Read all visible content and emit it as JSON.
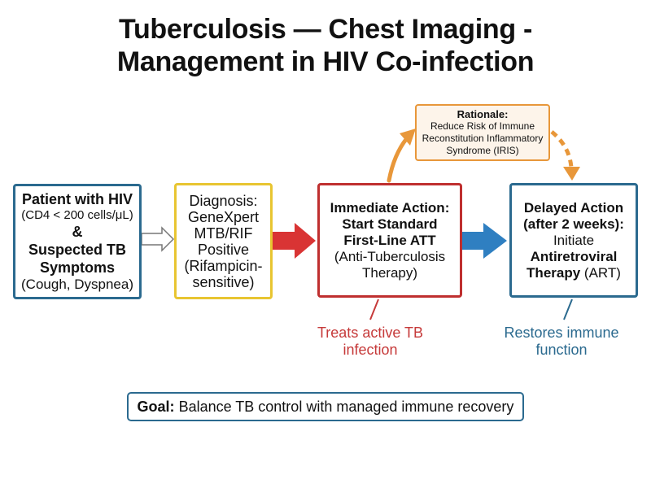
{
  "title": {
    "line1": "Tuberculosis — Chest Imaging -",
    "line2": "Management in HIV Co-infection"
  },
  "patient": {
    "heading": "Patient with HIV",
    "cd4": "(CD4 < 200 cells/μL)",
    "ampersand": "&",
    "suspected": "Suspected TB",
    "symptoms": "Symptoms",
    "symptom_list": "(Cough, Dyspnea)"
  },
  "diagnosis": {
    "line1": "Diagnosis:",
    "line2": "GeneXpert",
    "line3": "MTB/RIF",
    "line4": "Positive",
    "line5": "(Rifampicin-",
    "line6": "sensitive)"
  },
  "immediate": {
    "line1": "Immediate Action:",
    "line2": "Start Standard",
    "line3": "First-Line ATT",
    "line4": "(Anti-Tuberculosis",
    "line5": "Therapy)"
  },
  "delayed": {
    "line1": "Delayed Action",
    "line2": "(after 2 weeks):",
    "line3": "Initiate",
    "line4": "Antiretroviral",
    "line5_bold": "Therapy",
    "line5_rest": " (ART)"
  },
  "rationale": {
    "label": "Rationale:",
    "line1": "Reduce Risk of Immune",
    "line2": "Reconstitution Inflammatory",
    "line3": "Syndrome (IRIS)"
  },
  "notes": {
    "tb_line1": "Treats active TB",
    "tb_line2": "infection",
    "immune_line1": "Restores immune",
    "immune_line2": "function"
  },
  "goal": {
    "label": "Goal:",
    "text": "Balance TB control with managed immune recovery"
  },
  "colors": {
    "blue": "#2b6a8f",
    "yellow": "#e8c531",
    "red": "#bf2f2f",
    "orange": "#e8973a",
    "arrow_blue": "#2f7fc1"
  }
}
